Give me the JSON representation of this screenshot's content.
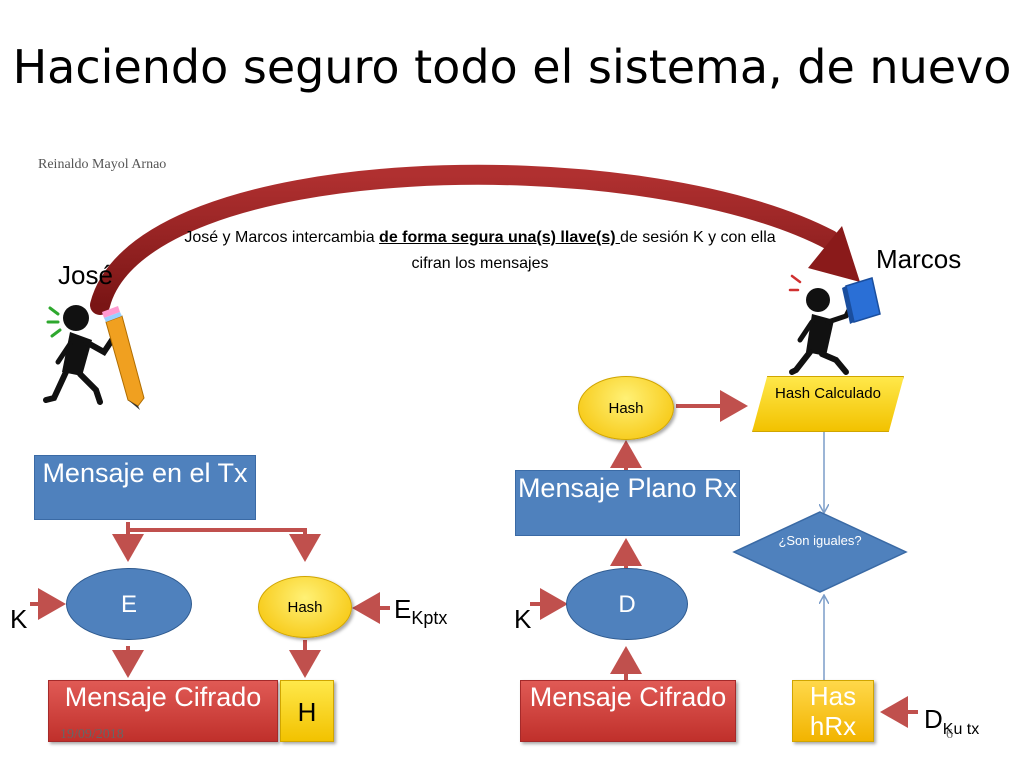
{
  "slide": {
    "title": "Haciendo seguro todo el sistema, de nuevo",
    "author": "Reinaldo Mayol Arnao",
    "date": "19/09/2018",
    "page_number": "6"
  },
  "caption": {
    "part1": "José y Marcos intercambia ",
    "bold_underline": "de forma segura una(s) llave(s) ",
    "part2": "de sesión K y con ella cifran los mensajes"
  },
  "people": {
    "sender": "José",
    "receiver": "Marcos"
  },
  "tx": {
    "message": "Mensaje en el Tx",
    "encrypt": "E",
    "hash": "Hash",
    "key": "K",
    "sign_base": "E",
    "sign_sub": "Kptx",
    "cipher": "Mensaje Cifrado",
    "hash_output": "H"
  },
  "rx": {
    "hash": "Hash",
    "hash_calc": "Hash Calculado",
    "plain": "Mensaje Plano Rx",
    "compare": "¿Son iguales?",
    "decrypt": "D",
    "key": "K",
    "cipher": "Mensaje Cifrado",
    "hash_rx": "Has hRx",
    "verify_base": "D",
    "verify_sub": "Ku tx"
  },
  "colors": {
    "blue": "#4f81bd",
    "red": "#c0302b",
    "yellow": "#f5c000",
    "arrow_red": "#c0504d",
    "arrow_blue": "#7a9cc8"
  },
  "icons": [
    "person-with-pencil-icon",
    "person-with-book-icon"
  ]
}
